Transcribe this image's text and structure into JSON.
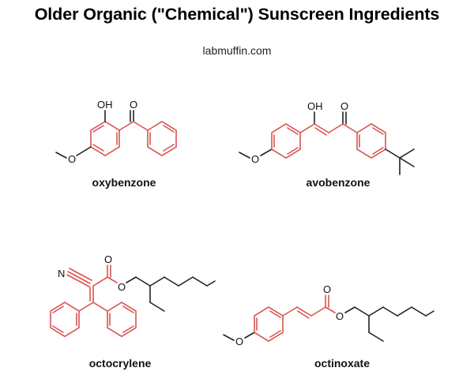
{
  "title": "Older Organic (\"Chemical\") Sunscreen Ingredients",
  "source": "labmuffin.com",
  "colors": {
    "highlight": "#d9534f",
    "bond": "#222222"
  },
  "molecules": [
    {
      "name": "oxybenzone",
      "atoms": {
        "oh": "OH",
        "o_keto": "O",
        "o_ether": "O"
      }
    },
    {
      "name": "avobenzone",
      "atoms": {
        "oh": "OH",
        "o_keto": "O",
        "o_ether": "O"
      }
    },
    {
      "name": "octocrylene",
      "atoms": {
        "n": "N",
        "o_keto": "O",
        "o_ester": "O"
      }
    },
    {
      "name": "octinoxate",
      "atoms": {
        "o_keto": "O",
        "o_ester": "O",
        "o_ether": "O"
      }
    }
  ]
}
